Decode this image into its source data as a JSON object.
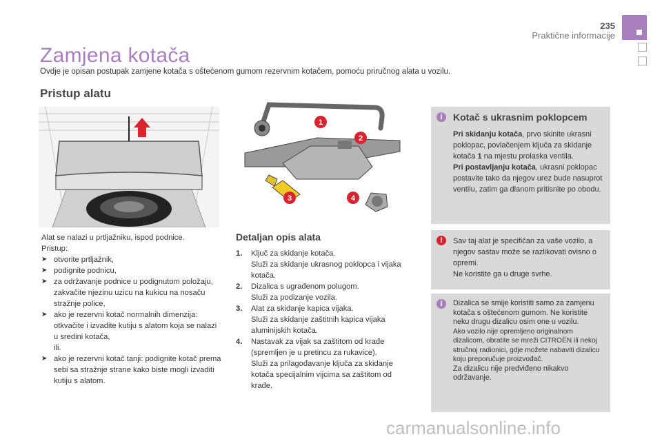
{
  "header": {
    "page_number": "235",
    "section": "Praktične informacije"
  },
  "title": "Zamjena kotača",
  "intro": "Ovdje je opisan postupak zamjene kotača s oštećenom gumom rezervnim kotačem, pomoću priručnog alata u vozilu.",
  "access": {
    "heading": "Pristup alatu",
    "lead1": "Alat se nalazi u prtljažniku, ispod podnice.",
    "lead2": "Pristup:",
    "bullets": [
      "otvorite prtljažnik,",
      "podignite podnicu,",
      "za održavanje podnice u podignutom položaju, zakvačite njezinu uzicu na kukicu na nosaču stražnje police,",
      "ako je rezervni kotač normalnih dimenzija: otkvačite i izvadite kutiju s alatom koja se nalazi u sredini kotača,",
      "ako je rezervni kotač tanji: podignite kotač prema sebi sa stražnje strane kako biste mogli izvaditi kutiju s alatom."
    ],
    "or": "ili."
  },
  "tools_callouts": [
    "1",
    "2",
    "3",
    "4"
  ],
  "detail": {
    "heading": "Detaljan opis alata",
    "items": [
      {
        "num": "1.",
        "name": "Ključ za skidanje kotača.",
        "desc": "Služi za skidanje ukrasnog poklopca i vijaka kotača."
      },
      {
        "num": "2.",
        "name": "Dizalica s ugrađenom polugom.",
        "desc": "Služi za podizanje vozila."
      },
      {
        "num": "3.",
        "name": "Alat za skidanje kapica vijaka.",
        "desc": "Služi za skidanje zaštitnih kapica vijaka aluminijskih kotača."
      },
      {
        "num": "4.",
        "name": "Nastavak za vijak sa zaštitom od krađe (spremljen je u pretincu za rukavice).",
        "desc": "Služi za prilagođavanje ključa za skidanje kotača specijalnim vijcima sa zaštitom od krađe."
      }
    ]
  },
  "panel_hubcap": {
    "icon": "info-icon",
    "title": "Kotač s ukrasnim poklopcem",
    "removing_label": "Pri skidanju kotača",
    "removing_text": ", prvo skinite ukrasni poklopac, povlačenjem ključa za skidanje kotača ",
    "removing_num": "1",
    "removing_text2": " na mjestu prolaska ventila.",
    "fitting_label": "Pri postavljanju kotača",
    "fitting_text": ", ukrasni poklopac postavite tako da njegov urez bude nasuprot ventilu, zatim ga dlanom pritisnite po obodu."
  },
  "panel_warning": {
    "icon": "warning-icon",
    "text1": "Sav taj alat je specifičan za vaše vozilo, a njegov sastav može se razlikovati ovisno o opremi.",
    "text2": "Ne koristite ga u druge svrhe."
  },
  "panel_jack": {
    "icon": "info-icon",
    "text1": "Dizalica se smije koristiti samo za zamjenu kotača s oštećenom gumom. Ne koristite neku drugu dizalicu osim one u vozilu.",
    "text2": "Ako vozilo nije opremljeno originalnom dizalicom, obratite se mreži CITROËN ili nekoj stručnoj radionici, gdje možete nabaviti dizalicu koju preporučuje proizvođač.",
    "text3": "Za dizalicu nije predviđeno nikakvo održavanje."
  },
  "watermark": "carmanualsonline.info",
  "colors": {
    "accent": "#a87ebd",
    "warning": "#d9232e",
    "callout": "#d9232e",
    "panel": "#d9d9d9"
  }
}
